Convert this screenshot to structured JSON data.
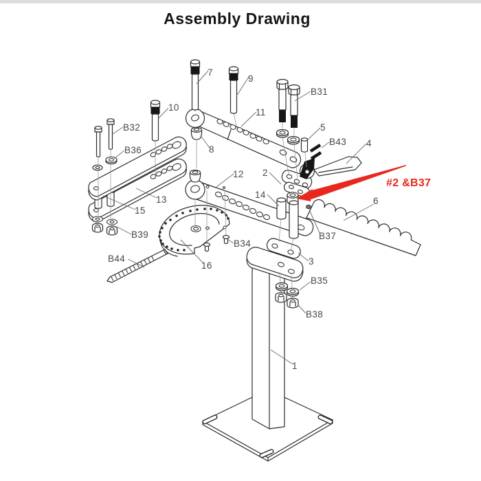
{
  "page": {
    "title": "Assembly Drawing"
  },
  "diagram": {
    "type": "exploded-assembly-drawing",
    "colors": {
      "line": "#2b2b2b",
      "label": "#474747",
      "topbar": "#dcdcdc",
      "highlight_red": "#e8281e"
    },
    "callouts": {
      "c1": "1",
      "c2": "2",
      "c3": "3",
      "c4": "4",
      "c5": "5",
      "c6": "6",
      "c7": "7",
      "c8": "8",
      "c9": "9",
      "c10": "10",
      "c11": "11",
      "c12": "12",
      "c13": "13",
      "c14": "14",
      "c15": "15",
      "c16": "16",
      "b31": "B31",
      "b32": "B32",
      "b34": "B34",
      "b35": "B35",
      "b36": "B36",
      "b37": "B37",
      "b38": "B38",
      "b39": "B39",
      "b43": "B43",
      "b44": "B44"
    },
    "highlight": {
      "text": "#2 &B37",
      "color": "#e8281e"
    }
  }
}
